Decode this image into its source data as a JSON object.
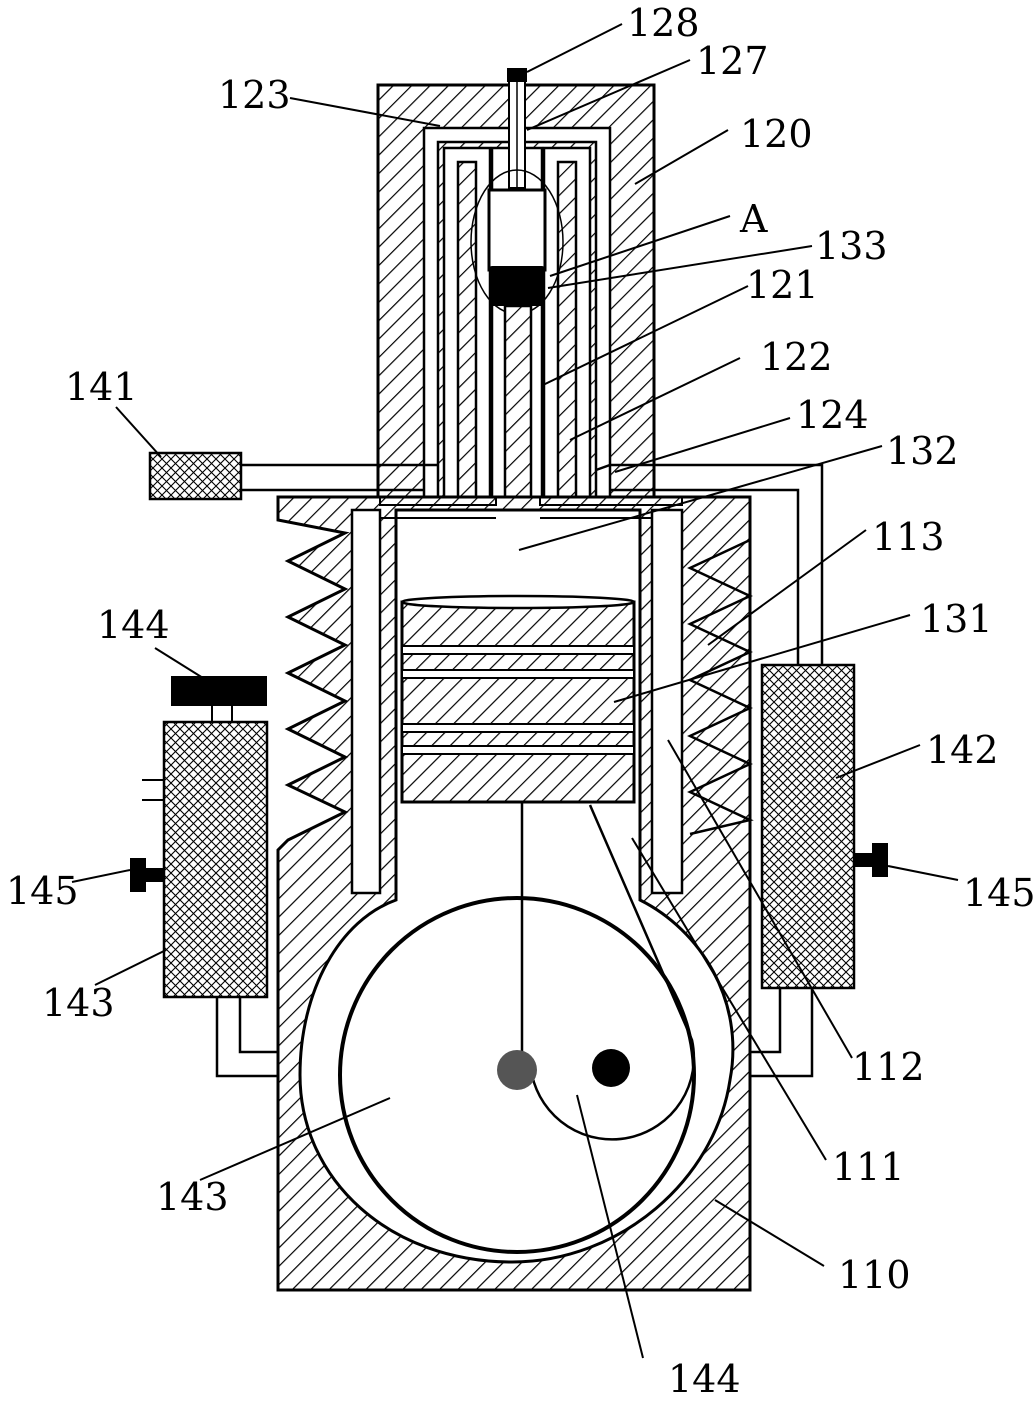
{
  "colors": {
    "ink": "#000000",
    "paper": "#ffffff",
    "hub": "#555555"
  },
  "labels": {
    "l128": "128",
    "l127": "127",
    "l123": "123",
    "l120": "120",
    "lA": "A",
    "l133": "133",
    "l121": "121",
    "l122": "122",
    "l124": "124",
    "l132": "132",
    "l141": "141",
    "l113": "113",
    "l131": "131",
    "l144_top": "144",
    "l142": "142",
    "l145_left": "145",
    "l145_right": "145",
    "l143_left": "143",
    "l112": "112",
    "l111": "111",
    "l143_bottom": "143",
    "l110": "110",
    "l144_bottom": "144"
  }
}
